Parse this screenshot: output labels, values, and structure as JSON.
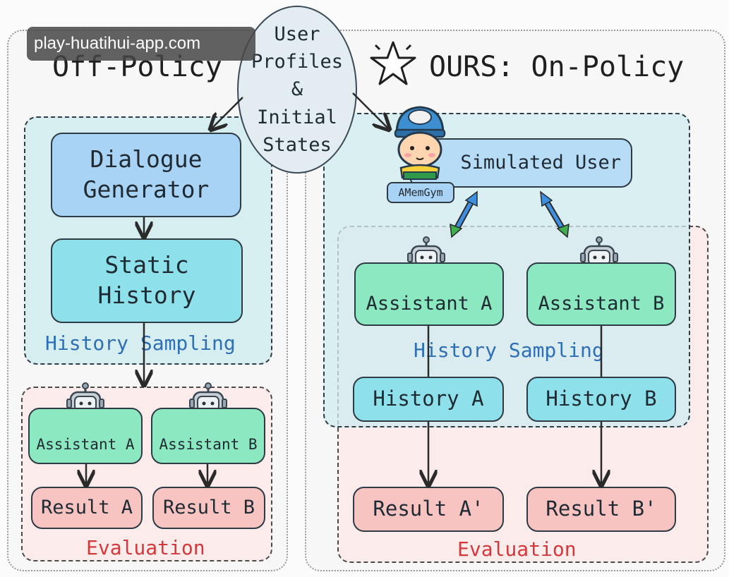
{
  "watermark": "play-huatihui-app.com",
  "center_bubble": {
    "lines": [
      "User",
      "Profiles",
      "&",
      "Initial",
      "States"
    ]
  },
  "left": {
    "title": "Off-Policy",
    "dialogue_generator": [
      "Dialogue",
      "Generator"
    ],
    "static_history": [
      "Static",
      "History"
    ],
    "history_sampling": "History Sampling",
    "assistant_a": "Assistant A",
    "assistant_b": "Assistant B",
    "result_a": "Result A",
    "result_b": "Result B",
    "evaluation": "Evaluation"
  },
  "right": {
    "title": "OURS: On-Policy",
    "simulated_user": "Simulated User",
    "badge": "AMemGym",
    "assistant_a": "Assistant A",
    "assistant_b": "Assistant B",
    "history_sampling": "History Sampling",
    "history_a": "History A",
    "history_b": "History B",
    "result_a": "Result A'",
    "result_b": "Result B'",
    "evaluation": "Evaluation"
  }
}
